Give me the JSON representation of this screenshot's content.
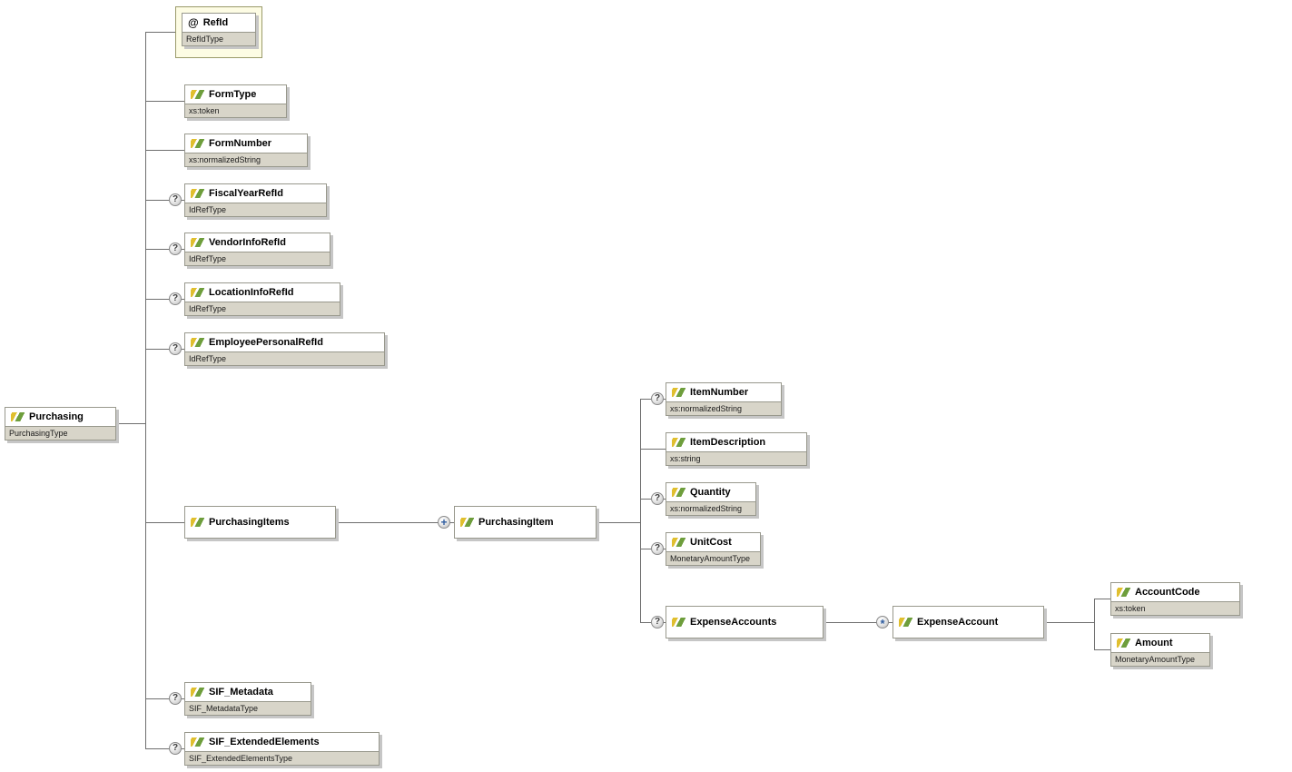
{
  "indicators": {
    "optional": "?",
    "one_or_more": "+",
    "zero_or_more": "*"
  },
  "root": {
    "label": "Purchasing",
    "type": "PurchasingType"
  },
  "attribute": {
    "marker": "@",
    "label": "RefId",
    "type": "RefIdType"
  },
  "nodes": {
    "formType": {
      "label": "FormType",
      "type": "xs:token"
    },
    "formNumber": {
      "label": "FormNumber",
      "type": "xs:normalizedString"
    },
    "fiscalYearRefId": {
      "label": "FiscalYearRefId",
      "type": "IdRefType"
    },
    "vendorInfoRefId": {
      "label": "VendorInfoRefId",
      "type": "IdRefType"
    },
    "locationInfoRefId": {
      "label": "LocationInfoRefId",
      "type": "IdRefType"
    },
    "employeePersonalRefId": {
      "label": "EmployeePersonalRefId",
      "type": "IdRefType"
    },
    "purchasingItems": {
      "label": "PurchasingItems"
    },
    "purchasingItem": {
      "label": "PurchasingItem"
    },
    "itemNumber": {
      "label": "ItemNumber",
      "type": "xs:normalizedString"
    },
    "itemDescription": {
      "label": "ItemDescription",
      "type": "xs:string"
    },
    "quantity": {
      "label": "Quantity",
      "type": "xs:normalizedString"
    },
    "unitCost": {
      "label": "UnitCost",
      "type": "MonetaryAmountType"
    },
    "expenseAccounts": {
      "label": "ExpenseAccounts"
    },
    "expenseAccount": {
      "label": "ExpenseAccount"
    },
    "accountCode": {
      "label": "AccountCode",
      "type": "xs:token"
    },
    "amount": {
      "label": "Amount",
      "type": "MonetaryAmountType"
    },
    "sifMetadata": {
      "label": "SIF_Metadata",
      "type": "SIF_MetadataType"
    },
    "sifExtendedElements": {
      "label": "SIF_ExtendedElements",
      "type": "SIF_ExtendedElementsType"
    }
  }
}
